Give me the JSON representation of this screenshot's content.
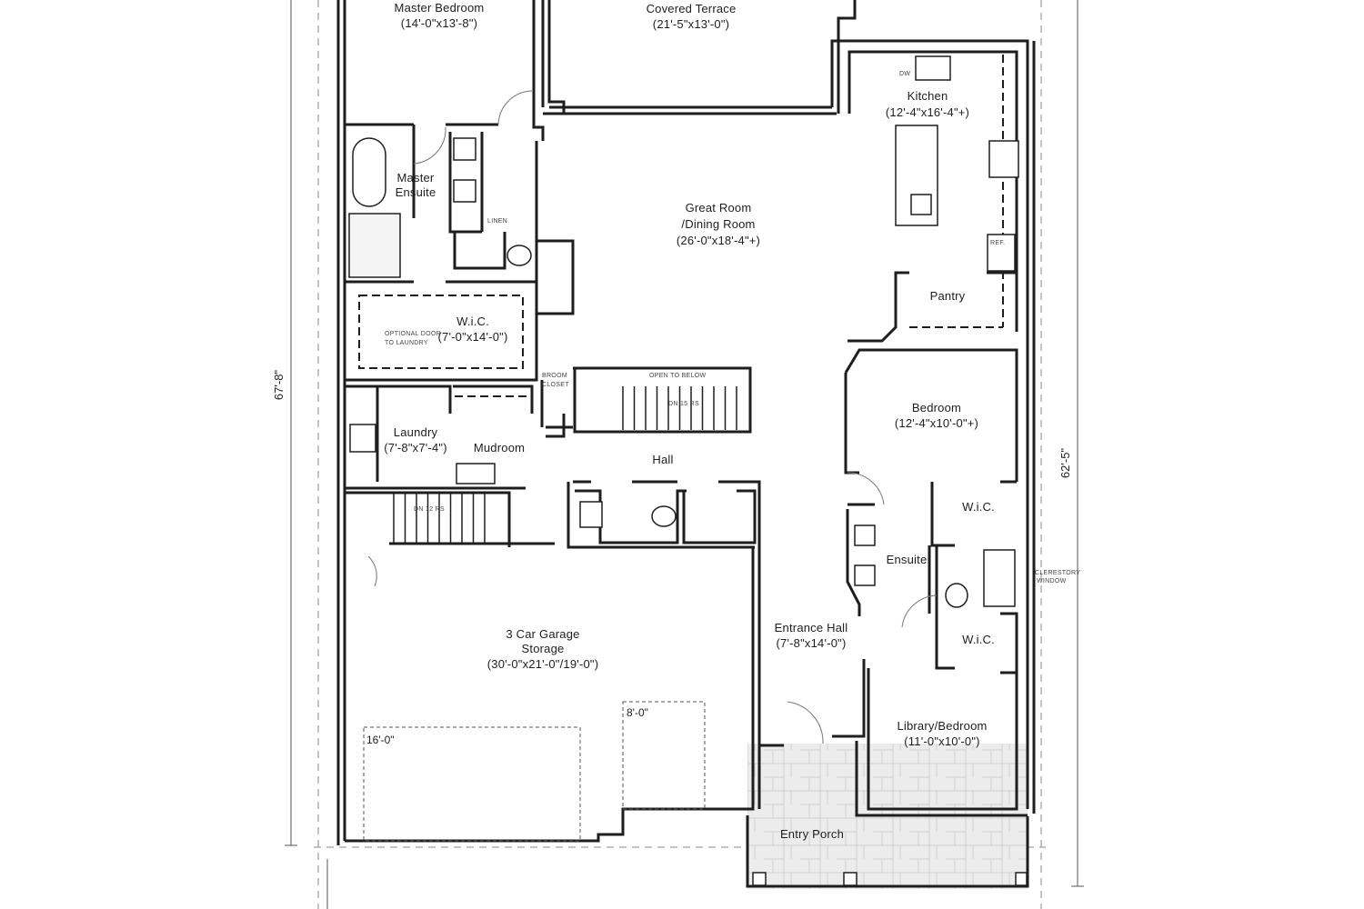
{
  "rooms": {
    "master_bedroom": {
      "name": "Master Bedroom",
      "dims": "(14'-0\"x13'-8\")"
    },
    "covered_terrace": {
      "name": "Covered Terrace",
      "dims": "(21'-5\"x13'-0\")"
    },
    "kitchen": {
      "name": "Kitchen",
      "dims": "(12'-4\"x16'-4\"+)"
    },
    "great_room": {
      "name1": "Great Room",
      "name2": "/Dining Room",
      "dims": "(26'-0\"x18'-4\"+)"
    },
    "master_ensuite": {
      "name1": "Master",
      "name2": "Ensuite"
    },
    "master_wic": {
      "name": "W.i.C.",
      "dims": "(7'-0\"x14'-0\")"
    },
    "laundry": {
      "name": "Laundry",
      "dims": "(7'-8\"x7'-4\")"
    },
    "mudroom": {
      "name": "Mudroom"
    },
    "hall": {
      "name": "Hall"
    },
    "pantry": {
      "name": "Pantry"
    },
    "bedroom": {
      "name": "Bedroom",
      "dims": "(12'-4\"x10'-0\"+)"
    },
    "bedroom_wic": {
      "name": "W.i.C."
    },
    "ensuite": {
      "name": "Ensuite"
    },
    "entrance_hall": {
      "name": "Entrance Hall",
      "dims": "(7'-8\"x14'-0\")"
    },
    "library_wic": {
      "name": "W.i.C."
    },
    "garage": {
      "name1": "3 Car Garage",
      "name2": "Storage",
      "dims": "(30'-0\"x21'-0\"/19'-0\")"
    },
    "library": {
      "name": "Library/Bedroom",
      "dims": "(11'-0\"x10'-0\")"
    },
    "entry_porch": {
      "name": "Entry Porch"
    }
  },
  "annotations": {
    "dw": "DW",
    "ref": "REF.",
    "linen": "LINEN",
    "broom1": "BROOM",
    "broom2": "CLOSET",
    "open_to_below": "OPEN TO BELOW",
    "dn15": "DN 15 RS",
    "dn12": "DN 12 RS",
    "optional1": "OPTIONAL DOOR",
    "optional2": "TO LAUNDRY",
    "clerestory1": "CLERESTORY",
    "clerestory2": "WINDOW",
    "garage_door_16": "16'-0\"",
    "garage_door_8": "8'-0\""
  },
  "dimensions": {
    "overall_depth_left": "67'-8\"",
    "overall_depth_right": "62'-5\""
  },
  "colors": {
    "wall": "#1e1e1e",
    "line": "#555555",
    "porch_fill": "#ebebeb"
  }
}
